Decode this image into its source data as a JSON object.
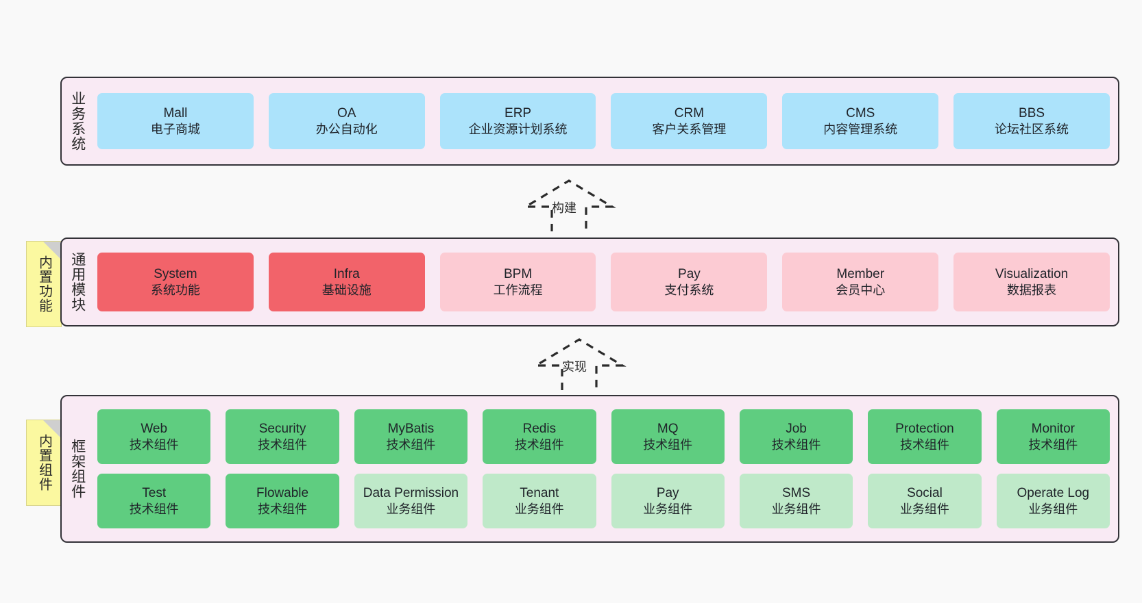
{
  "theme": {
    "background": "#f9f9f9",
    "band_fill": "#f9eaf4",
    "band_border": "#333238",
    "blue": "#ace3fb",
    "red": "#f2636a",
    "pink": "#fccbd3",
    "green": "#5fcd80",
    "light_green": "#bfe9c9",
    "note_yellow": "#fbf8a0",
    "note_fold": "#cfcfcf"
  },
  "layers": {
    "business": {
      "title": "业务系统",
      "items": [
        {
          "name": "Mall",
          "desc": "电子商城",
          "color": "blue"
        },
        {
          "name": "OA",
          "desc": "办公自动化",
          "color": "blue"
        },
        {
          "name": "ERP",
          "desc": "企业资源计划系统",
          "color": "blue"
        },
        {
          "name": "CRM",
          "desc": "客户关系管理",
          "color": "blue"
        },
        {
          "name": "CMS",
          "desc": "内容管理系统",
          "color": "blue"
        },
        {
          "name": "BBS",
          "desc": "论坛社区系统",
          "color": "blue"
        }
      ]
    },
    "module": {
      "title": "通用模块",
      "note": "内置功能",
      "items": [
        {
          "name": "System",
          "desc": "系统功能",
          "color": "red"
        },
        {
          "name": "Infra",
          "desc": "基础设施",
          "color": "red"
        },
        {
          "name": "BPM",
          "desc": "工作流程",
          "color": "pink"
        },
        {
          "name": "Pay",
          "desc": "支付系统",
          "color": "pink"
        },
        {
          "name": "Member",
          "desc": "会员中心",
          "color": "pink"
        },
        {
          "name": "Visualization",
          "desc": "数据报表",
          "color": "pink"
        }
      ]
    },
    "framework": {
      "title": "框架组件",
      "note": "内置组件",
      "row1": [
        {
          "name": "Web",
          "desc": "技术组件",
          "color": "green"
        },
        {
          "name": "Security",
          "desc": "技术组件",
          "color": "green"
        },
        {
          "name": "MyBatis",
          "desc": "技术组件",
          "color": "green"
        },
        {
          "name": "Redis",
          "desc": "技术组件",
          "color": "green"
        },
        {
          "name": "MQ",
          "desc": "技术组件",
          "color": "green"
        },
        {
          "name": "Job",
          "desc": "技术组件",
          "color": "green"
        },
        {
          "name": "Protection",
          "desc": "技术组件",
          "color": "green"
        },
        {
          "name": "Monitor",
          "desc": "技术组件",
          "color": "green"
        }
      ],
      "row2": [
        {
          "name": "Test",
          "desc": "技术组件",
          "color": "green"
        },
        {
          "name": "Flowable",
          "desc": "技术组件",
          "color": "green"
        },
        {
          "name": "Data Permission",
          "desc": "业务组件",
          "color": "light_green"
        },
        {
          "name": "Tenant",
          "desc": "业务组件",
          "color": "light_green"
        },
        {
          "name": "Pay",
          "desc": "业务组件",
          "color": "light_green"
        },
        {
          "name": "SMS",
          "desc": "业务组件",
          "color": "light_green"
        },
        {
          "name": "Social",
          "desc": "业务组件",
          "color": "light_green"
        },
        {
          "name": "Operate Log",
          "desc": "业务组件",
          "color": "light_green"
        }
      ]
    }
  },
  "connectors": [
    {
      "id": "build",
      "label": "构建",
      "style": "dashed-hollow-arrow-up"
    },
    {
      "id": "implement",
      "label": "实现",
      "style": "dashed-hollow-arrow-up"
    }
  ]
}
